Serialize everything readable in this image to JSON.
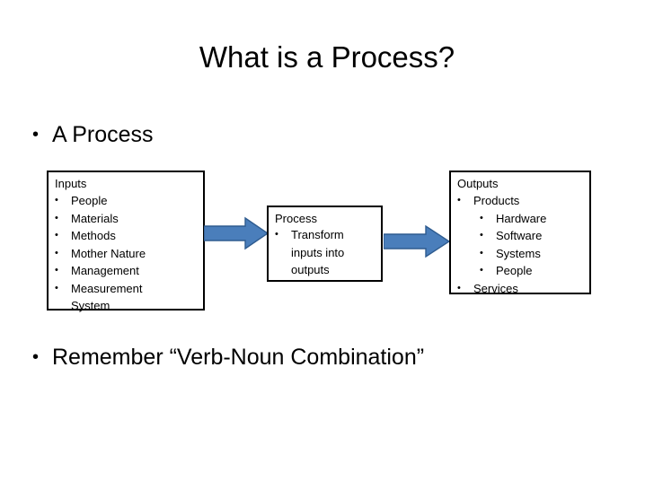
{
  "slide": {
    "title": "What is a Process?",
    "background_color": "#ffffff",
    "text_color": "#000000",
    "bullet_glyph": "•"
  },
  "body": {
    "bullets": [
      {
        "text": "A Process"
      },
      {
        "text": "Remember “Verb-Noun Combination”"
      }
    ]
  },
  "diagram": {
    "accent_color": "#4a7ebb",
    "accent_border_color": "#2e5b8f",
    "box_border_color": "#000000",
    "inputs": {
      "heading": "Inputs",
      "items": [
        "People",
        "Materials",
        "Methods",
        "Mother Nature",
        "Management",
        "Measurement"
      ],
      "continuation": "System"
    },
    "process": {
      "heading": "Process",
      "items": [
        "Transform inputs into outputs"
      ]
    },
    "outputs": {
      "heading": "Outputs",
      "items": [
        {
          "label": "Products",
          "children": [
            "Hardware",
            "Software",
            "Systems",
            "People"
          ]
        },
        {
          "label": "Services",
          "children": []
        }
      ]
    },
    "arrows": [
      {
        "name": "inputs-to-process",
        "direction": "right"
      },
      {
        "name": "process-to-outputs",
        "direction": "right"
      }
    ]
  }
}
